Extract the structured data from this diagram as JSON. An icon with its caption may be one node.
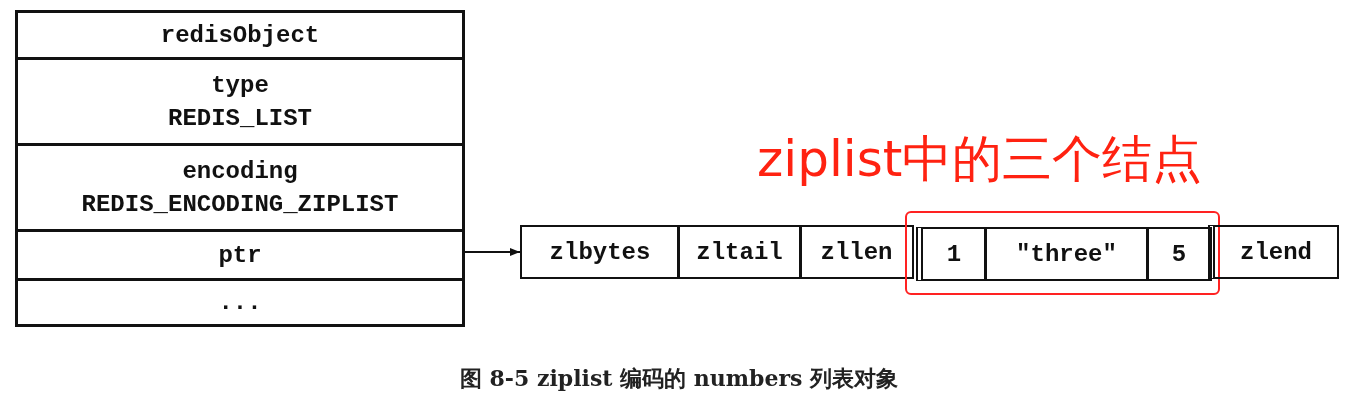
{
  "diagram": {
    "caption": "图 8-5 ziplist 编码的 numbers 列表对象",
    "nodes": [
      {
        "text": [
          "redisObject"
        ]
      },
      {
        "text": [
          "type",
          "REDIS_LIST"
        ]
      },
      {
        "text": [
          "encoding",
          "REDIS_ENCODING_ZIPLIST"
        ]
      },
      {
        "text": [
          "ptr"
        ]
      },
      {
        "text": [
          "..."
        ]
      },
      {
        "text": [
          "zlbytes"
        ]
      },
      {
        "text": [
          "zltail"
        ]
      },
      {
        "text": [
          "zllen"
        ]
      },
      {
        "text": [
          "ziplist中的三个结点"
        ]
      },
      {
        "text": [
          "1"
        ],
        "in": 8
      },
      {
        "text": [
          "\"three\""
        ],
        "in": 8
      },
      {
        "text": [
          "5"
        ],
        "in": 8
      },
      {
        "text": [
          "zlend"
        ]
      }
    ],
    "edges": [
      {
        "from": 3,
        "to": 5,
        "arrow": "to"
      }
    ]
  }
}
